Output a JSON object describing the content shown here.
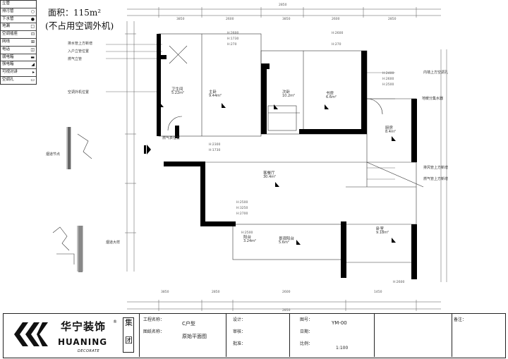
{
  "legend": [
    {
      "label": "立管",
      "symbol": ""
    },
    {
      "label": "排污管",
      "symbol": ""
    },
    {
      "label": "下水管",
      "symbol": ""
    },
    {
      "label": "地漏",
      "symbol": ""
    },
    {
      "label": "空调插座",
      "symbol": ""
    },
    {
      "label": "网线",
      "symbol": ""
    },
    {
      "label": "电话",
      "symbol": ""
    },
    {
      "label": "弱电箱",
      "symbol": ""
    },
    {
      "label": "强电箱",
      "symbol": ""
    },
    {
      "label": "可视对讲",
      "symbol": ""
    },
    {
      "label": "空调孔",
      "symbol": ""
    }
  ],
  "header": {
    "area": "面积：115m²",
    "note": "(不占用空调外机)"
  },
  "plan": {
    "rooms": [
      {
        "name": "卫生间",
        "area": "5.22m²"
      },
      {
        "name": "主卧",
        "area": "9.44m²"
      },
      {
        "name": "次卧",
        "area": "10.2m²"
      },
      {
        "name": "书房",
        "area": "6.6m²"
      },
      {
        "name": "客餐厅",
        "area": "30.4m²"
      },
      {
        "name": "厨房",
        "area": "8.4m²"
      },
      {
        "name": "卧室",
        "area": "9.18m²"
      },
      {
        "name": "阳台",
        "area": "3.24m²"
      },
      {
        "name": "景观阳台",
        "area": "5.6m²"
      }
    ],
    "notes": [
      "排水管上方新增",
      "入户立管位置",
      "燃气立管",
      "空调外机位置",
      "内墙上方空调孔",
      "地暖分集水器",
      "排风管上方新增",
      "燃气管上方新增",
      "燃气表位置"
    ],
    "heights": [
      "H:2600",
      "H:1730",
      "H:270",
      "H:2600",
      "H:270",
      "H:2400",
      "H:2600",
      "H:2500",
      "H:2300",
      "H:1730",
      "H:2500",
      "H:3250",
      "H:2700",
      "H:2500",
      "H:2600"
    ],
    "dims": [
      "2850",
      "3850",
      "2600",
      "3850",
      "2600",
      "2850",
      "3850",
      "2850",
      "2600",
      "1450",
      "2850"
    ],
    "detail_labels": [
      "烟道节点",
      "烟道大样"
    ]
  },
  "title_block": {
    "logo_cn": "华宁装饰",
    "logo_en": "HUANING",
    "logo_sub": "DECORATE",
    "group": "集团",
    "project_label": "工程名称：",
    "project_value": "C户型",
    "drawing_label": "图纸名称：",
    "drawing_value": "原始平面图",
    "design_label": "设计：",
    "check_label": "审核：",
    "approve_label": "批准：",
    "drawing_no_label": "图号：",
    "drawing_no": "YM-00",
    "date_label": "日期：",
    "scale_label": "比例：",
    "scale": "1:100",
    "remarks_label": "备注："
  }
}
